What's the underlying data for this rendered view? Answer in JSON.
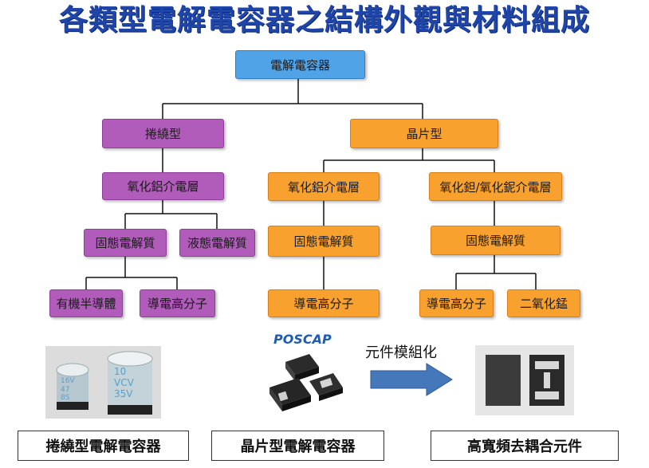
{
  "title": "各類型電解電容器之結構外觀與材料組成",
  "colors": {
    "title": "#1f45a8",
    "root": "#4fa3e6",
    "wound": "#b15bbb",
    "chip": "#f9a12e"
  },
  "tree": {
    "root": "電解電容器",
    "wound": {
      "label": "捲繞型",
      "dielectric": "氧化鋁介電層",
      "solid": "固態電解質",
      "liquid": "液態電解質",
      "organic": "有機半導體",
      "polymer": "導電高分子"
    },
    "chip": {
      "label": "晶片型",
      "al_dielectric": "氧化鋁介電層",
      "al_solid": "固態電解質",
      "al_polymer": "導電高分子",
      "ta_dielectric": "氧化鉭/氧化鈮介電層",
      "ta_solid": "固態電解質",
      "ta_polymer": "導電高分子",
      "ta_mno2": "二氧化錳"
    }
  },
  "bottom": {
    "brand": "POSCAP",
    "arrow_label": "元件模組化",
    "captions": [
      "捲繞型電解電容器",
      "晶片型電解電容器",
      "高寬頻去耦合元件"
    ]
  },
  "photo_text": {
    "cap1": [
      "16V",
      "47",
      "8S"
    ],
    "cap2": [
      "10",
      "VCV",
      "35V"
    ]
  }
}
